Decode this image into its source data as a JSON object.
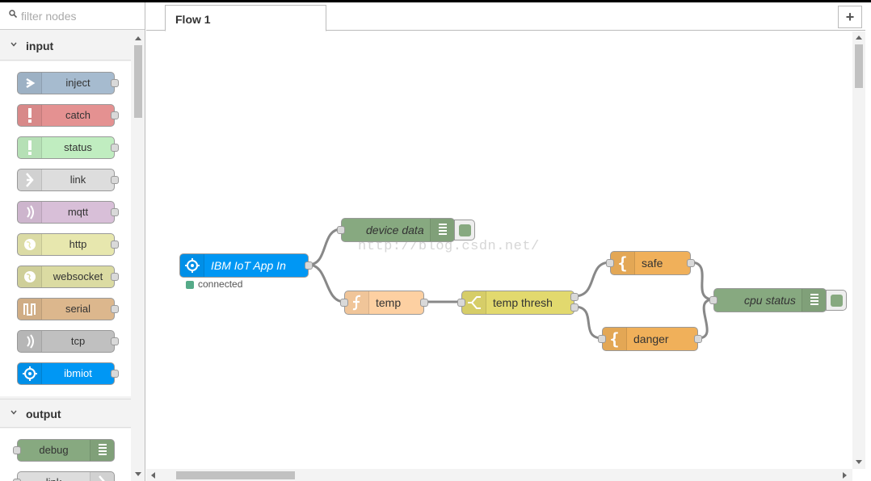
{
  "palette": {
    "filter_placeholder": "filter nodes",
    "categories": [
      {
        "label": "input",
        "nodes": [
          {
            "label": "inject",
            "color": "#a6bbcf",
            "icon": "inject-icon"
          },
          {
            "label": "catch",
            "color": "#e49191",
            "icon": "alert-icon"
          },
          {
            "label": "status",
            "color": "#c0edc0",
            "icon": "alert-icon"
          },
          {
            "label": "link",
            "color": "#dddddd",
            "icon": "link-icon"
          },
          {
            "label": "mqtt",
            "color": "#d8bfd8",
            "icon": "bridge-icon"
          },
          {
            "label": "http",
            "color": "#e7e7ae",
            "icon": "globe-icon"
          },
          {
            "label": "websocket",
            "color": "#dbdba2",
            "icon": "globe-icon"
          },
          {
            "label": "serial",
            "color": "#dcb78d",
            "icon": "serial-icon"
          },
          {
            "label": "tcp",
            "color": "#c0c0c0",
            "icon": "bridge-icon"
          },
          {
            "label": "ibmiot",
            "color": "#0097f4",
            "icon": "ibm-iot-icon"
          }
        ]
      },
      {
        "label": "output",
        "nodes": [
          {
            "label": "debug",
            "color": "#87a980",
            "icon": "debug-icon"
          },
          {
            "label": "link",
            "color": "#dddddd",
            "icon": "link-icon"
          }
        ]
      }
    ]
  },
  "tabs": [
    {
      "label": "Flow 1"
    }
  ],
  "add_tab_label": "+",
  "watermark": "http://blog.csdn.net/",
  "flow": {
    "nodes": {
      "ibm_iot_in": {
        "label": "IBM IoT App In",
        "color": "#0097f4",
        "status": "connected",
        "status_color": "#55aa88"
      },
      "device_data": {
        "label": "device data",
        "color": "#87a980"
      },
      "temp": {
        "label": "temp",
        "color": "#fdd0a2"
      },
      "temp_thresh": {
        "label": "temp thresh",
        "color": "#e2d96e"
      },
      "safe": {
        "label": "safe",
        "color": "#f0b05a"
      },
      "danger": {
        "label": "danger",
        "color": "#f0b05a"
      },
      "cpu_status": {
        "label": "cpu status",
        "color": "#87a980"
      }
    }
  }
}
